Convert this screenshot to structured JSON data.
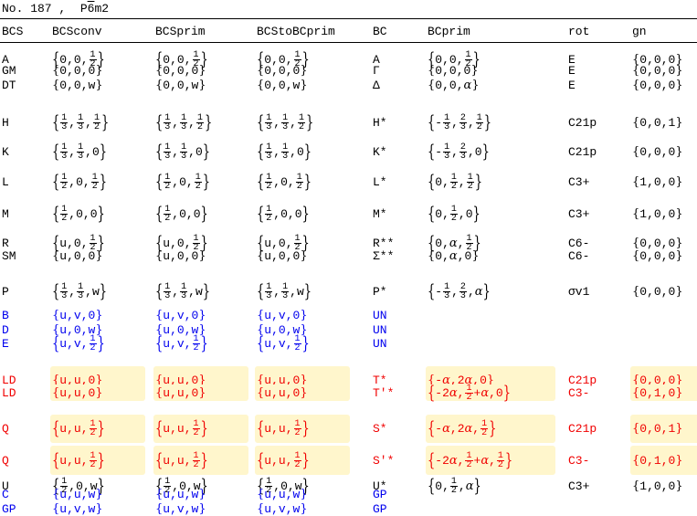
{
  "title": {
    "prefix": "No. 187 ,  P",
    "bar": "6",
    "suffix": "m2"
  },
  "columns": [
    "BCS",
    "BCSconv",
    "BCSprim",
    "BCStoBCprim",
    "BC",
    "BCprim",
    "rot",
    "gn"
  ],
  "colors": {
    "red": "#f00000",
    "blue": "#0000ee",
    "highlight": "#fff6cc"
  },
  "rows": [
    {
      "BCS": "A",
      "BCSconv": "{0, 0, 1/2}",
      "BCSprim": "{0, 0, 1/2}",
      "BCStoBCprim": "{0, 0, 1/2}",
      "BC": "A",
      "BCprim": "{0, 0, 1/2}",
      "rot": "E",
      "gn": "{0, 0, 0}",
      "color": "black"
    },
    {
      "BCS": "GM",
      "BCSconv": "{0, 0, 0}",
      "BCSprim": "{0, 0, 0}",
      "BCStoBCprim": "{0, 0, 0}",
      "BC": "Γ",
      "BCprim": "{0, 0, 0}",
      "rot": "E",
      "gn": "{0, 0, 0}",
      "color": "black"
    },
    {
      "BCS": "DT",
      "BCSconv": "{0, 0, w}",
      "BCSprim": "{0, 0, w}",
      "BCStoBCprim": "{0, 0, w}",
      "BC": "Δ",
      "BCprim": "{0, 0, α}",
      "rot": "E",
      "gn": "{0, 0, 0}",
      "color": "black"
    },
    {
      "BCS": "H",
      "BCSconv": "{1/3, 1/3, 1/2}",
      "BCSprim": "{1/3, 1/3, 1/2}",
      "BCStoBCprim": "{1/3, 1/3, 1/2}",
      "BC": "H*",
      "BCprim": "{-1/3, 2/3, 1/2}",
      "rot": "C21p",
      "gn": "{0, 0, 1}",
      "color": "black"
    },
    {
      "BCS": "K",
      "BCSconv": "{1/3, 1/3, 0}",
      "BCSprim": "{1/3, 1/3, 0}",
      "BCStoBCprim": "{1/3, 1/3, 0}",
      "BC": "K*",
      "BCprim": "{-1/3, 2/3, 0}",
      "rot": "C21p",
      "gn": "{0, 0, 0}",
      "color": "black"
    },
    {
      "BCS": "L",
      "BCSconv": "{1/2, 0, 1/2}",
      "BCSprim": "{1/2, 0, 1/2}",
      "BCStoBCprim": "{1/2, 0, 1/2}",
      "BC": "L*",
      "BCprim": "{0, 1/2, 1/2}",
      "rot": "C3+",
      "gn": "{1, 0, 0}",
      "color": "black"
    },
    {
      "BCS": "M",
      "BCSconv": "{1/2, 0, 0}",
      "BCSprim": "{1/2, 0, 0}",
      "BCStoBCprim": "{1/2, 0, 0}",
      "BC": "M*",
      "BCprim": "{0, 1/2, 0}",
      "rot": "C3+",
      "gn": "{1, 0, 0}",
      "color": "black"
    },
    {
      "BCS": "R",
      "BCSconv": "{u, 0, 1/2}",
      "BCSprim": "{u, 0, 1/2}",
      "BCStoBCprim": "{u, 0, 1/2}",
      "BC": "R**",
      "BCprim": "{0, α, 1/2}",
      "rot": "C6-",
      "gn": "{0, 0, 0}",
      "color": "black"
    },
    {
      "BCS": "SM",
      "BCSconv": "{u, 0, 0}",
      "BCSprim": "{u, 0, 0}",
      "BCStoBCprim": "{u, 0, 0}",
      "BC": "Σ**",
      "BCprim": "{0, α, 0}",
      "rot": "C6-",
      "gn": "{0, 0, 0}",
      "color": "black"
    },
    {
      "BCS": "P",
      "BCSconv": "{1/3, 1/3, w}",
      "BCSprim": "{1/3, 1/3, w}",
      "BCStoBCprim": "{1/3, 1/3, w}",
      "BC": "P*",
      "BCprim": "{-1/3, 2/3, α}",
      "rot": "σv1",
      "gn": "{0, 0, 0}",
      "color": "black"
    },
    {
      "BCS": "B",
      "BCSconv": "{u, v, 0}",
      "BCSprim": "{u, v, 0}",
      "BCStoBCprim": "{u, v, 0}",
      "BC": "UN",
      "BCprim": "",
      "rot": "",
      "gn": "",
      "color": "blue"
    },
    {
      "BCS": "D",
      "BCSconv": "{u, 0, w}",
      "BCSprim": "{u, 0, w}",
      "BCStoBCprim": "{u, 0, w}",
      "BC": "UN",
      "BCprim": "",
      "rot": "",
      "gn": "",
      "color": "blue"
    },
    {
      "BCS": "E",
      "BCSconv": "{u, v, 1/2}",
      "BCSprim": "{u, v, 1/2}",
      "BCStoBCprim": "{u, v, 1/2}",
      "BC": "UN",
      "BCprim": "",
      "rot": "",
      "gn": "",
      "color": "blue"
    },
    {
      "BCS": "LD",
      "BCSconv": "{u, u, 0}",
      "BCSprim": "{u, u, 0}",
      "BCStoBCprim": "{u, u, 0}",
      "BC": "T*",
      "BCprim": "{-α, 2α, 0}",
      "rot": "C21p",
      "gn": "{0, 0, 0}",
      "color": "red"
    },
    {
      "BCS": "LD",
      "BCSconv": "{u, u, 0}",
      "BCSprim": "{u, u, 0}",
      "BCStoBCprim": "{u, u, 0}",
      "BC": "T'*",
      "BCprim": "{-2α, 1/2+α, 0}",
      "rot": "C3-",
      "gn": "{0, 1, 0}",
      "color": "red"
    },
    {
      "BCS": "Q",
      "BCSconv": "{u, u, 1/2}",
      "BCSprim": "{u, u, 1/2}",
      "BCStoBCprim": "{u, u, 1/2}",
      "BC": "S*",
      "BCprim": "{-α, 2α, 1/2}",
      "rot": "C21p",
      "gn": "{0, 0, 1}",
      "color": "red"
    },
    {
      "BCS": "Q",
      "BCSconv": "{u, u, 1/2}",
      "BCSprim": "{u, u, 1/2}",
      "BCStoBCprim": "{u, u, 1/2}",
      "BC": "S'*",
      "BCprim": "{-2α, 1/2+α, 1/2}",
      "rot": "C3-",
      "gn": "{0, 1, 0}",
      "color": "red"
    },
    {
      "BCS": "U",
      "BCSconv": "{1/2, 0, w}",
      "BCSprim": "{1/2, 0, w}",
      "BCStoBCprim": "{1/2, 0, w}",
      "BC": "U*",
      "BCprim": "{0, 1/2, α}",
      "rot": "C3+",
      "gn": "{1, 0, 0}",
      "color": "black"
    },
    {
      "BCS": "C",
      "BCSconv": "{u, u, w}",
      "BCSprim": "{u, u, w}",
      "BCStoBCprim": "{u, u, w}",
      "BC": "GP",
      "BCprim": "",
      "rot": "",
      "gn": "",
      "color": "blue"
    },
    {
      "BCS": "GP",
      "BCSconv": "{u, v, w}",
      "BCSprim": "{u, v, w}",
      "BCStoBCprim": "{u, v, w}",
      "BC": "GP",
      "BCprim": "",
      "rot": "",
      "gn": "",
      "color": "blue"
    }
  ]
}
